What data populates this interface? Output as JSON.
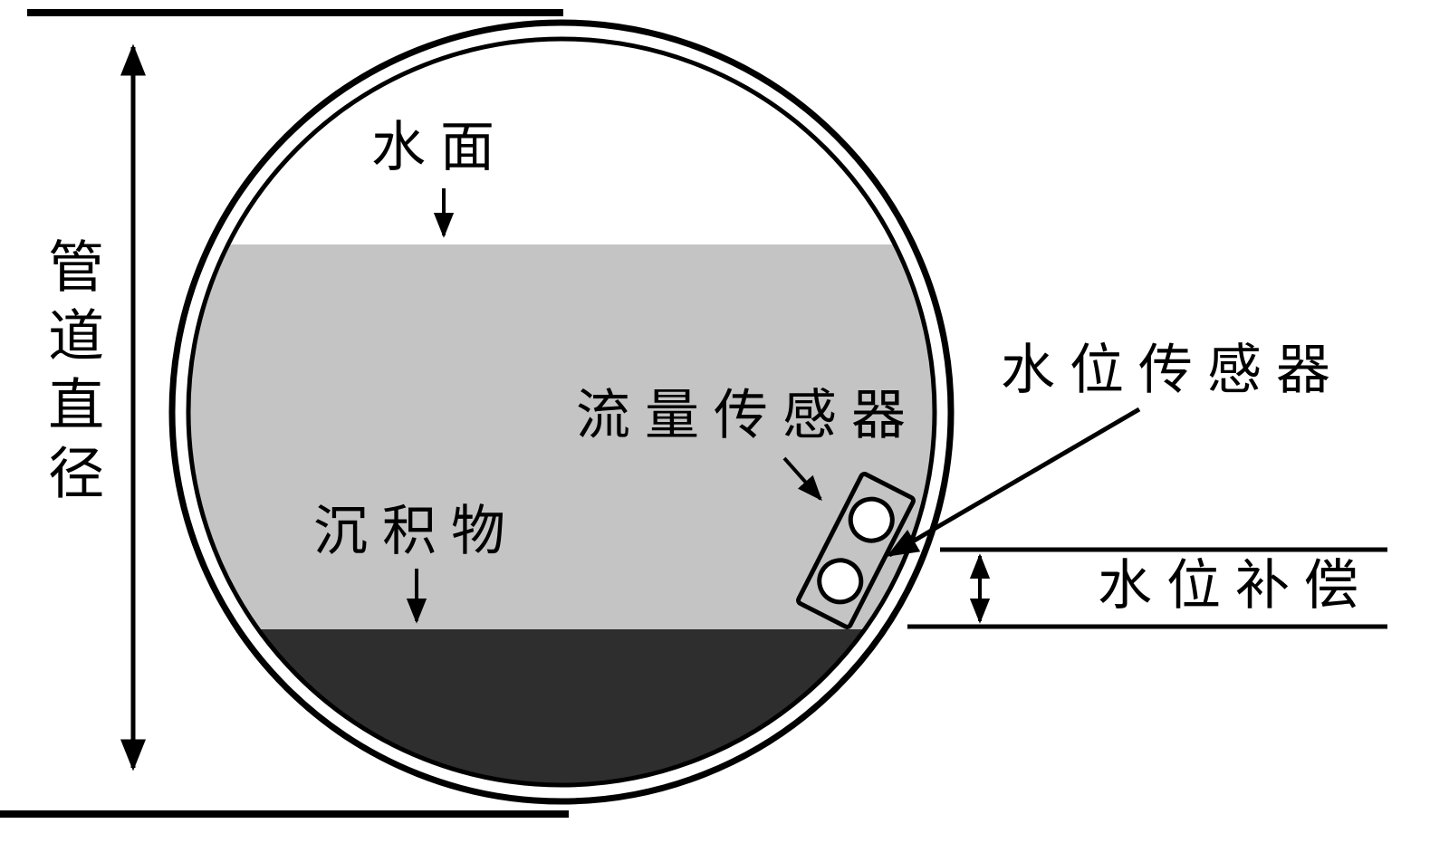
{
  "diagram": {
    "labels": {
      "pipe_diameter": "管道直径",
      "water_surface": "水面",
      "flow_sensor": "流量传感器",
      "water_level_sensor": "水位传感器",
      "sediment": "沉积物",
      "water_level_compensation": "水位补偿"
    },
    "colors": {
      "water": "#c4c4c4",
      "sediment": "#2e2e2e",
      "outline": "#000000",
      "background": "#ffffff"
    }
  }
}
